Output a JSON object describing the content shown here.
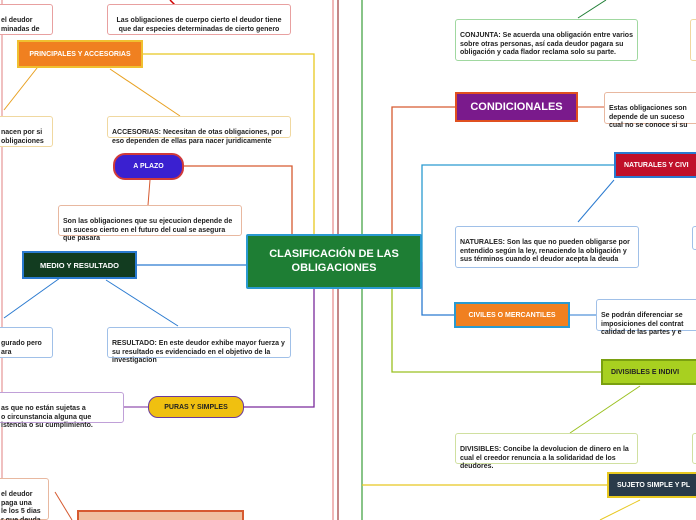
{
  "central": {
    "label": "CLASIFICACIÓN DE LAS OBLIGACIONES",
    "color": "#1e7e34"
  },
  "branches": {
    "principales": "PRINCIPALES Y ACCESORIAS",
    "a_plazo": "A PLAZO",
    "medio_resultado": "MEDIO Y RESULTADO",
    "puras_simples": "PURAS Y SIMPLES",
    "condicionales": "CONDICIONALES",
    "naturales_civiles": "NATURALES Y CIVI",
    "civiles_mercantiles": "CIVILES O MERCANTILES",
    "divisibles": "DIVISIBLES E INDIVI",
    "sujeto_simple": "SUJETO SIMPLE Y PL"
  },
  "notes": {
    "top_left": "el deudor\nminadas de",
    "cuerpo_cierto": "Las obligaciones de cuerpo cierto el deudor tiene que dar especies determinadas de cierto genero",
    "nacen": "nacen por si\nobligaciones",
    "accesorias": "ACCESORIAS: Necesitan de otas obligaciones, por eso dependen de ellas para nacer juridicamente",
    "plazo_desc": "Son las obligaciones que su ejecucion depende de un suceso cierto en el futuro del cual se asegura que pasara",
    "medio_left": "gurado pero\nara",
    "resultado": "RESULTADO: En este deudor exhibe mayor fuerza y su resultado es evidenciado en el objetivo de la investigacion",
    "puras_left": "as que no están sujetas a\no circunstancia alguna que\nistencia o su cumplimiento.",
    "bottom_left": "el deudor\n paga una\nle los 5 dias\nr que deuda",
    "conjunta": "CONJUNTA: Se acuerda una obligación entre varios sobre otras personas, así cada deudor pagara su obligación y cada flador reclama solo su parte.",
    "condicionales_desc": "Estas obligaciones son\ndepende de un suceso\ncual no se conoce si su",
    "naturales": "NATURALES: Son las que no pueden obligarse por entendido según la ley, renaciendo la obligación y sus términos cuando el deudor acepta la deuda",
    "mercantiles_desc": "Se podrán diferenciar se\nimposiciones del contrat\ncalidad de las partes y e",
    "divisibles_desc": "DIVISIBLES: Concibe la devolucion de dinero en la cual el creedor renuncia a la solidaridad de los deudores."
  }
}
